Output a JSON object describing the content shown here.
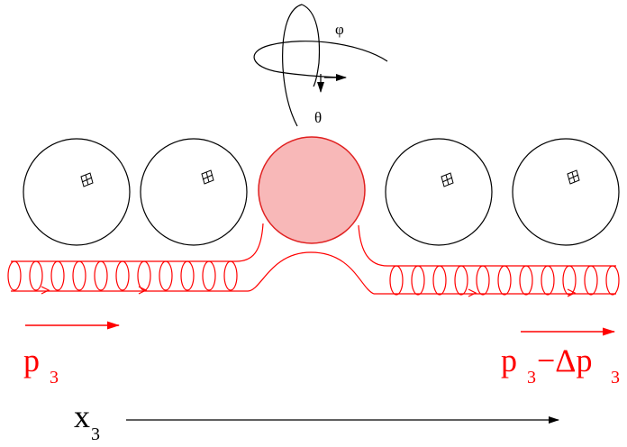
{
  "labels": {
    "phi": "φ",
    "theta": "θ",
    "momentum_left_symbol": "p",
    "momentum_left_sub": "3",
    "momentum_right_symbol": "p",
    "momentum_right_sub": "3",
    "momentum_right_minus": "−Δp",
    "momentum_right_minus_sub": "3",
    "axis_symbol": "x",
    "axis_sub": "3"
  },
  "colors": {
    "ink": "#000000",
    "flux": "#ff0000",
    "active_sphere_fill": "#f8b8b8",
    "active_sphere_stroke": "#e02020"
  },
  "spheres": [
    {
      "name": "sphere-1",
      "active": false
    },
    {
      "name": "sphere-2",
      "active": false
    },
    {
      "name": "sphere-3",
      "active": true
    },
    {
      "name": "sphere-4",
      "active": false
    },
    {
      "name": "sphere-5",
      "active": false
    }
  ]
}
